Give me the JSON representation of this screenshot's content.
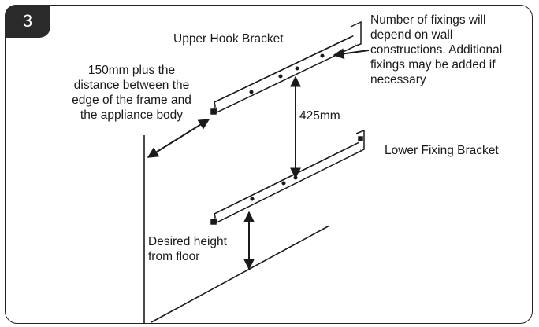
{
  "step": {
    "number": "3"
  },
  "labels": {
    "upper_bracket": "Upper Hook Bracket",
    "lower_bracket": "Lower Fixing Bracket",
    "spacing": "425mm",
    "frame_offset": [
      "150mm plus the",
      "distance between the",
      "edge of the frame and",
      "the appliance body"
    ],
    "fixings_note": [
      "Number of fixings will",
      "depend on wall",
      "constructions. Additional",
      "fixings may be added if",
      "necessary"
    ],
    "floor_height": [
      "Desired height",
      "from floor"
    ]
  },
  "icons": {
    "arrow": "double-headed-arrow"
  },
  "colors": {
    "ink": "#1a1a1a",
    "badge": "#2a2a2a",
    "background": "#ffffff"
  }
}
